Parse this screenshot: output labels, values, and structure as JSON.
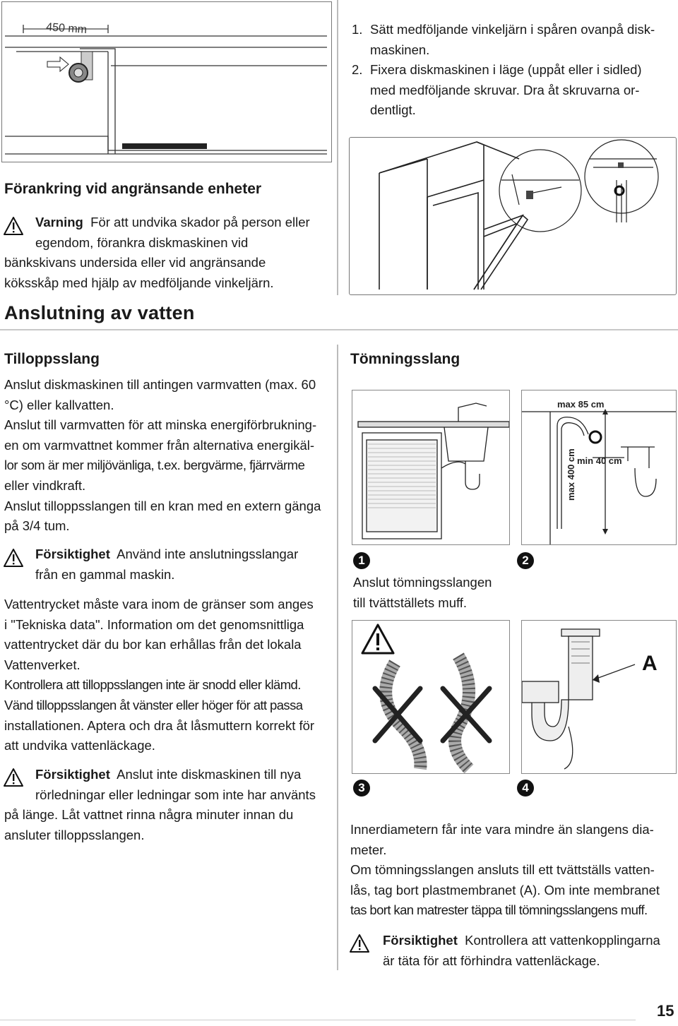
{
  "top_figure": {
    "dimension_label": "450 mm"
  },
  "steps": [
    {
      "n": "1.",
      "lines": [
        "Sätt medföljande vinkeljärn i spåren ovanpå disk-",
        "maskinen."
      ]
    },
    {
      "n": "2.",
      "lines": [
        "Fixera diskmaskinen i läge (uppåt eller i sidled)",
        "med medföljande skruvar. Dra åt skruvarna or-",
        "dentligt."
      ]
    }
  ],
  "anchoring": {
    "heading": "Förankring vid angränsande enheter",
    "warning_label": "Varning",
    "warning_lines": [
      "För att undvika skador på person eller",
      "egendom, förankra diskmaskinen vid",
      "bänkskivans undersida eller vid angränsande",
      "köksskåp med hjälp av medföljande vinkeljärn."
    ]
  },
  "water": {
    "heading": "Anslutning av vatten"
  },
  "inlet": {
    "heading": "Tilloppsslang",
    "lines": [
      "Anslut diskmaskinen till antingen varmvatten (max. 60",
      "°C) eller kallvatten.",
      "Anslut till varmvatten för att minska energiförbrukning-",
      "en om varmvattnet kommer från alternativa energikäl-",
      "lor som är mer miljövänliga, t.ex. bergvärme, fjärrvärme",
      "eller vindkraft.",
      "Anslut tilloppsslangen till en kran med en extern gänga",
      "på 3/4 tum."
    ],
    "caution1_label": "Försiktighet",
    "caution1_lines": [
      "Använd inte anslutningsslangar",
      "från en gammal maskin."
    ],
    "pressure_lines": [
      "Vattentrycket måste vara inom de gränser som anges",
      "i \"Tekniska data\". Information om det genomsnittliga",
      "vattentrycket där du bor kan erhållas från det lokala",
      "Vattenverket.",
      "Kontrollera att tilloppsslangen inte är snodd eller klämd.",
      "Vänd tilloppsslangen åt vänster eller höger för att passa",
      "installationen. Aptera och dra åt låsmuttern korrekt för",
      "att undvika vattenläckage."
    ],
    "caution2_label": "Försiktighet",
    "caution2_lines": [
      "Anslut inte diskmaskinen till nya",
      "rörledningar eller ledningar som inte har använts",
      "på länge. Låt vattnet rinna några minuter innan du",
      "ansluter tilloppsslangen."
    ]
  },
  "drain": {
    "heading": "Tömningsslang",
    "fig_labels": {
      "max85": "max 85 cm",
      "max400": "max 400 cm",
      "min40": "min 40 cm",
      "a": "A"
    },
    "badges": [
      "1",
      "2",
      "3",
      "4"
    ],
    "caption1_lines": [
      "Anslut tömningsslangen",
      "till tvättställets muff."
    ],
    "text_lines": [
      "Innerdiametern får inte vara mindre än slangens dia-",
      "meter.",
      "Om tömningsslangen ansluts till ett tvättställs vatten-",
      "lås, tag bort plastmembranet (A). Om inte membranet",
      "tas bort kan matrester täppa till tömningsslangens muff."
    ],
    "caution_label": "Försiktighet",
    "caution_lines": [
      "Kontrollera att vattenkopplingarna",
      "är täta för att förhindra vattenläckage."
    ]
  },
  "page_number": "15"
}
